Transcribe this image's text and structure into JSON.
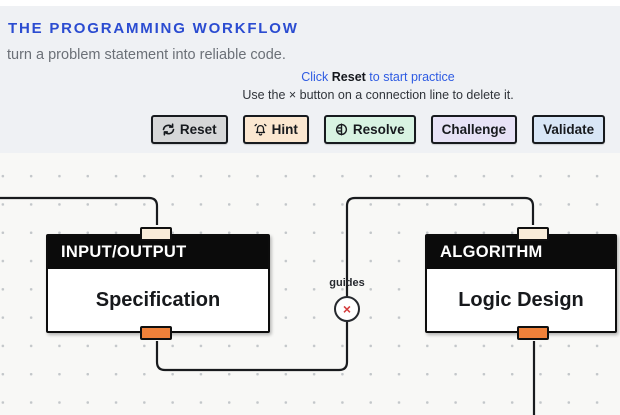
{
  "header": {
    "title": "THE PROGRAMMING WORKFLOW",
    "subtitle": "turn a problem statement into reliable code.",
    "practice_hint": {
      "part1": "Click ",
      "part2": "Reset",
      "part3": " to start practice"
    },
    "delete_hint": "Use the × button on a connection line to delete it."
  },
  "toolbar": {
    "buttons": [
      {
        "label": "Reset",
        "icon": "refresh-icon",
        "bg": "#d6d7d8"
      },
      {
        "label": "Hint",
        "icon": "alarm-bell-icon",
        "bg": "#fbe7d0"
      },
      {
        "label": "Resolve",
        "icon": "resolve-circle-icon",
        "bg": "#d8f3e2"
      },
      {
        "label": "Challenge",
        "icon": null,
        "bg": "#e7e2f6"
      },
      {
        "label": "Validate",
        "icon": null,
        "bg": "#d8e6f6"
      }
    ]
  },
  "diagram": {
    "nodes": [
      {
        "category": "INPUT/OUTPUT",
        "label": "Specification"
      },
      {
        "category": "ALGORITHM",
        "label": "Logic Design"
      }
    ],
    "edge_label": {
      "text": "guides",
      "delete_symbol": "×"
    },
    "colors": {
      "target_handle": "#f9ecd9",
      "source_handle": "#f0813a",
      "edge": "#191b1e",
      "delete_x": "#d43c3c",
      "title_blue": "#2b4cd1",
      "link_blue": "#2e5be2"
    }
  }
}
